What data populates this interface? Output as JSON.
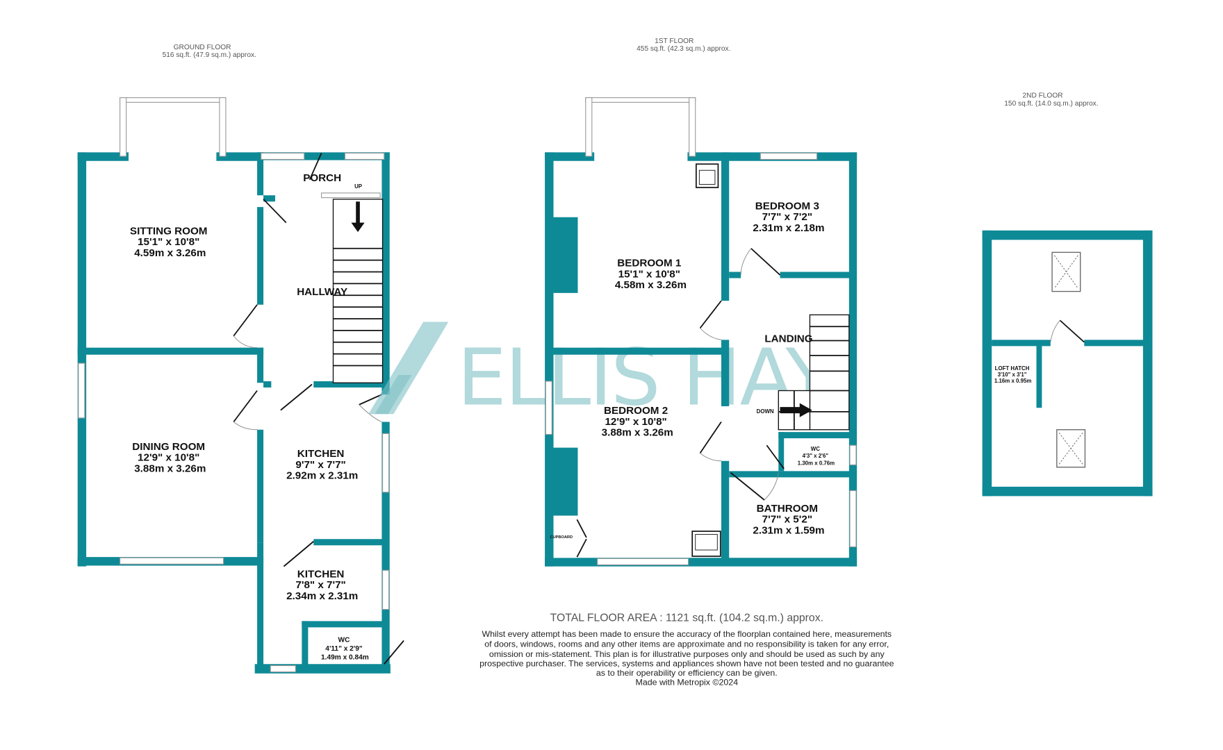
{
  "brand": {
    "watermark": "ELLIS HAY",
    "wall_color": "#0e8a96"
  },
  "floors": [
    {
      "title": "GROUND FLOOR",
      "area": "516 sq.ft. (47.9 sq.m.) approx.",
      "rooms": [
        {
          "name": "SITTING ROOM",
          "imperial": "15'1\"  x 10'8\"",
          "metric": "4.59m  x 3.26m"
        },
        {
          "name": "PORCH"
        },
        {
          "name": "HALLWAY"
        },
        {
          "name": "DINING ROOM",
          "imperial": "12'9\"  x 10'8\"",
          "metric": "3.88m  x 3.26m"
        },
        {
          "name": "KITCHEN",
          "imperial": "9'7\"  x 7'7\"",
          "metric": "2.92m  x 2.31m"
        },
        {
          "name": "KITCHEN",
          "imperial": "7'8\"  x 7'7\"",
          "metric": "2.34m  x 2.31m"
        },
        {
          "name": "WC",
          "imperial": "4'11\"  x 2'9\"",
          "metric": "1.49m  x 0.84m"
        }
      ],
      "stair_label": "UP"
    },
    {
      "title": "1ST FLOOR",
      "area": "455 sq.ft. (42.3 sq.m.) approx.",
      "rooms": [
        {
          "name": "BEDROOM 1",
          "imperial": "15'1\"  x 10'8\"",
          "metric": "4.58m  x 3.26m"
        },
        {
          "name": "BEDROOM 3",
          "imperial": "7'7\"  x 7'2\"",
          "metric": "2.31m  x 2.18m"
        },
        {
          "name": "LANDING"
        },
        {
          "name": "BEDROOM 2",
          "imperial": "12'9\"  x 10'8\"",
          "metric": "3.88m  x 3.26m"
        },
        {
          "name": "WC",
          "imperial": "4'3\"  x 2'6\"",
          "metric": "1.30m  x 0.76m"
        },
        {
          "name": "BATHROOM",
          "imperial": "7'7\"  x 5'2\"",
          "metric": "2.31m  x 1.59m"
        },
        {
          "name": "CUPBOARD"
        }
      ],
      "stair_label": "DOWN"
    },
    {
      "title": "2ND FLOOR",
      "area": "150 sq.ft. (14.0 sq.m.) approx.",
      "rooms": [
        {
          "name": "LOFT HATCH",
          "imperial": "3'10\"  x 3'1\"",
          "metric": "1.16m  x 0.95m"
        }
      ]
    }
  ],
  "footer": {
    "total": "TOTAL FLOOR AREA : 1121 sq.ft. (104.2 sq.m.) approx.",
    "disclaimer": [
      "Whilst every attempt has been made to ensure the accuracy of the floorplan contained here, measurements",
      "of doors, windows, rooms and any other items are approximate and no responsibility is taken for any error,",
      "omission or mis-statement. This plan is for illustrative purposes only and should be used as such by any",
      "prospective purchaser. The services, systems and appliances shown have not been tested and no guarantee",
      "as to their operability or efficiency can be given."
    ],
    "credit": "Made with Metropix ©2024"
  }
}
